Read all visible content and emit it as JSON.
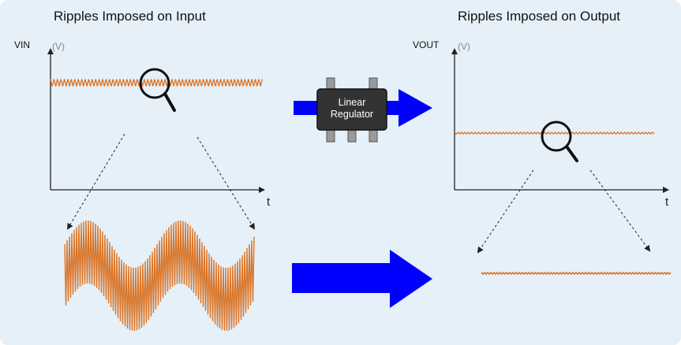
{
  "left_panel": {
    "title": "Ripples Imposed on Input",
    "y_axis_label": "VIN",
    "unit_label": "(V)",
    "x_axis_label": "t"
  },
  "right_panel": {
    "title": "Ripples Imposed on Output",
    "y_axis_label": "VOUT",
    "unit_label": "(V)",
    "x_axis_label": "t"
  },
  "regulator": {
    "label_line1": "Linear",
    "label_line2": "Regulator"
  },
  "colors": {
    "background": "#e6f0f8",
    "signal": "#e07020",
    "arrow": "#0000ff",
    "chip": "#333333",
    "pins": "#9a9a9a",
    "axis": "#222222"
  }
}
